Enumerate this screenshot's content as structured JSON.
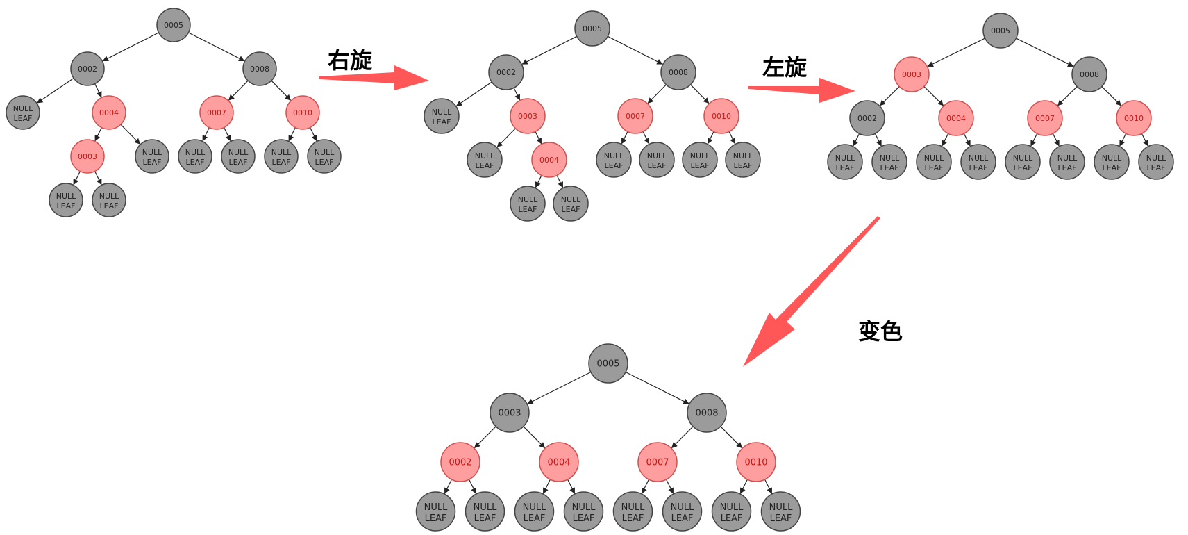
{
  "colors": {
    "black_node_fill": "#9b9b9b",
    "black_node_stroke": "#444444",
    "black_node_text": "#222222",
    "red_node_fill": "#ff9e9e",
    "red_node_stroke": "#d05050",
    "red_node_text": "#c01818",
    "edge": "#222222",
    "arrow": "#ff5757"
  },
  "null_leaf_label": [
    "NULL",
    "LEAF"
  ],
  "steps": [
    {
      "label": "右旋"
    },
    {
      "label": "左旋"
    },
    {
      "label": "变色"
    }
  ],
  "trees": [
    {
      "name": "tree-initial",
      "root": {
        "key": "0005",
        "color": "black",
        "left": {
          "key": "0002",
          "color": "black",
          "left": null,
          "right": {
            "key": "0004",
            "color": "red",
            "left": {
              "key": "0003",
              "color": "red",
              "left": null,
              "right": null
            },
            "right": null
          }
        },
        "right": {
          "key": "0008",
          "color": "black",
          "left": {
            "key": "0007",
            "color": "red",
            "left": null,
            "right": null
          },
          "right": {
            "key": "0010",
            "color": "red",
            "left": null,
            "right": null
          }
        }
      }
    },
    {
      "name": "tree-after-right-rotation",
      "root": {
        "key": "0005",
        "color": "black",
        "left": {
          "key": "0002",
          "color": "black",
          "left": null,
          "right": {
            "key": "0003",
            "color": "red",
            "left": null,
            "right": {
              "key": "0004",
              "color": "red",
              "left": null,
              "right": null
            }
          }
        },
        "right": {
          "key": "0008",
          "color": "black",
          "left": {
            "key": "0007",
            "color": "red",
            "left": null,
            "right": null
          },
          "right": {
            "key": "0010",
            "color": "red",
            "left": null,
            "right": null
          }
        }
      }
    },
    {
      "name": "tree-after-left-rotation",
      "root": {
        "key": "0005",
        "color": "black",
        "left": {
          "key": "0003",
          "color": "red",
          "left": {
            "key": "0002",
            "color": "black",
            "left": null,
            "right": null
          },
          "right": {
            "key": "0004",
            "color": "red",
            "left": null,
            "right": null
          }
        },
        "right": {
          "key": "0008",
          "color": "black",
          "left": {
            "key": "0007",
            "color": "red",
            "left": null,
            "right": null
          },
          "right": {
            "key": "0010",
            "color": "red",
            "left": null,
            "right": null
          }
        }
      }
    },
    {
      "name": "tree-after-recolor",
      "root": {
        "key": "0005",
        "color": "black",
        "left": {
          "key": "0003",
          "color": "black",
          "left": {
            "key": "0002",
            "color": "red",
            "left": null,
            "right": null
          },
          "right": {
            "key": "0004",
            "color": "red",
            "left": null,
            "right": null
          }
        },
        "right": {
          "key": "0008",
          "color": "black",
          "left": {
            "key": "0007",
            "color": "red",
            "left": null,
            "right": null
          },
          "right": {
            "key": "0010",
            "color": "red",
            "left": null,
            "right": null
          }
        }
      }
    }
  ]
}
